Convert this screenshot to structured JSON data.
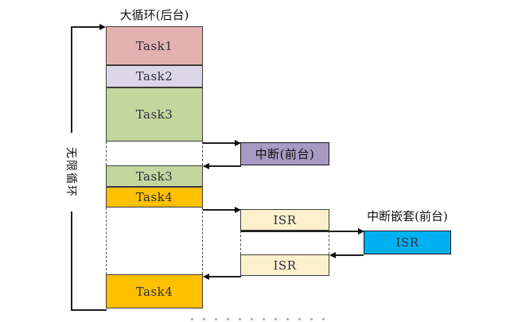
{
  "diagram": {
    "title": "大循环(后台)",
    "loop_label": "无限循环",
    "tasks": [
      {
        "label": "Task1",
        "color": "#e3b2b0"
      },
      {
        "label": "Task2",
        "color": "#dcd7e8"
      },
      {
        "label": "Task3",
        "color": "#c3d69e"
      },
      {
        "label": "Task3",
        "color": "#c3d69e"
      },
      {
        "label": "Task4",
        "color": "#ffc000"
      },
      {
        "label": "Task4",
        "color": "#ffc000"
      }
    ],
    "interrupt": {
      "label": "中断(前台)",
      "color": "#a79bc3"
    },
    "isr1": {
      "label": "ISR",
      "color": "#fdf0cd"
    },
    "isr2": {
      "label": "ISR",
      "color": "#fdf0cd"
    },
    "nested_interrupt": {
      "title": "中断嵌套(前台)",
      "label": "ISR",
      "color": "#00b0f0"
    },
    "colors": {
      "line": "#1f1f1f",
      "dashed": "#4a4a4a"
    }
  }
}
